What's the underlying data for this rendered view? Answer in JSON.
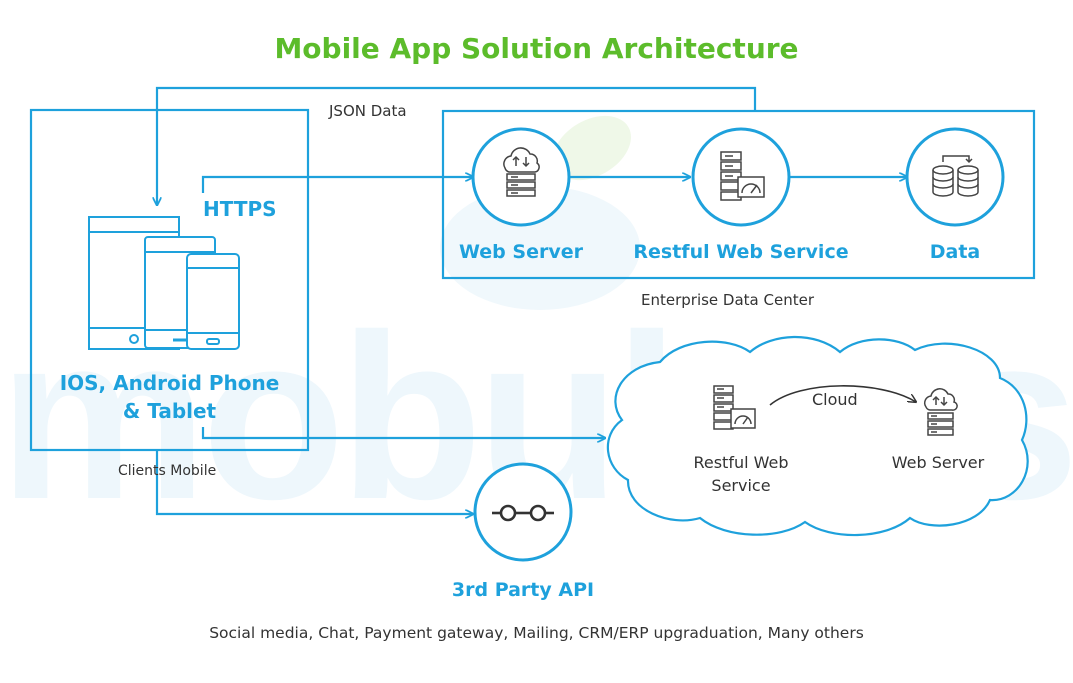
{
  "title": "Mobile App Solution Architecture",
  "watermark": "mobulous",
  "colors": {
    "accent": "#1ea1dc",
    "title": "#5cbc2b",
    "watermark": "#eef7fc",
    "text": "#333333"
  },
  "flows": {
    "json_data": "JSON Data",
    "https": "HTTPS",
    "cloud": "Cloud"
  },
  "clients": {
    "device_label_line1": "IOS, Android Phone",
    "device_label_line2": "& Tablet",
    "caption": "Clients Mobile",
    "icon": "mobile-devices-icon"
  },
  "data_center": {
    "caption": "Enterprise Data Center",
    "nodes": [
      {
        "label": "Web Server",
        "icon": "cloud-server-icon"
      },
      {
        "label": "Restful Web Service",
        "icon": "server-gauge-icon"
      },
      {
        "label": "Data",
        "icon": "database-icon"
      }
    ]
  },
  "cloud": {
    "nodes": [
      {
        "label_line1": "Restful Web",
        "label_line2": "Service",
        "icon": "server-gauge-icon"
      },
      {
        "label": "Web Server",
        "icon": "cloud-server-icon"
      }
    ]
  },
  "third_party": {
    "label": "3rd Party API",
    "icon": "glasses-icon",
    "caption": "Social media, Chat, Payment gateway, Mailing, CRM/ERP upgraduation, Many others"
  }
}
